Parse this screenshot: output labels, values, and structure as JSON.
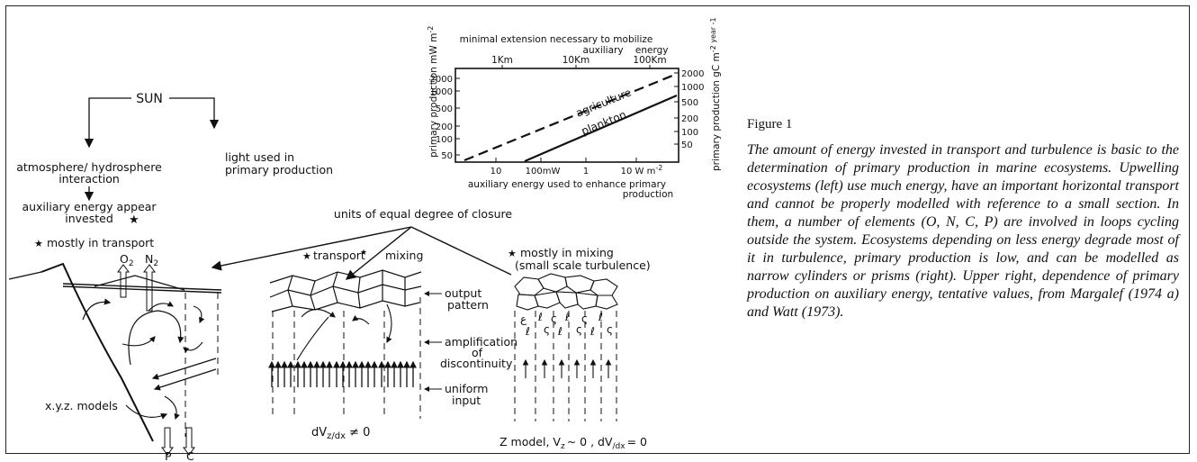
{
  "figure_label": "Figure 1",
  "caption": "The amount of energy invested in transport and turbulence is basic to the determination of primary production in marine ecosystems. Upwelling ecosystems (left) use much energy, have an important horizontal transport and cannot be properly modelled with reference to a small section. In them, a number of elements (O, N, C, P) are involved in loops cycling outside the system. Ecosystems depending on less energy degrade most of it in turbulence, primary production is low, and can be modelled as narrow cylinders or prisms (right). Upper right, dependence of primary production on auxiliary energy, tentative values, from Margalef (1974 a) and Watt (1973).",
  "left": {
    "sun": "SUN",
    "atmo_1": "atmosphere/ hydrosphere",
    "atmo_2": "interaction",
    "light_1": "light used in",
    "light_2": "primary production",
    "aux_1": "auxiliary energy appear",
    "aux_2": "invested",
    "mostly_transport": "mostly in transport",
    "o2": "O",
    "o2_sub": "2",
    "n2": "N",
    "n2_sub": "2",
    "xyz": "x.y.z. models",
    "p": "P",
    "c": "C"
  },
  "middle": {
    "units": "units of equal degree of closure",
    "transport": "transport",
    "mixing": "mixing",
    "output_1": "output",
    "output_2": "pattern",
    "ampl_1": "amplification",
    "ampl_2": "of",
    "ampl_3": "discontinuity",
    "uniform_1": "uniform",
    "uniform_2": "input",
    "dv_a": "dV",
    "dv_sub": "z/dx",
    "dv_b": "≠ 0"
  },
  "right": {
    "mostly_mixing": "mostly in mixing",
    "small_scale": "(small scale turbulence)",
    "zmodel": "Z model, V",
    "zmodel_sub": "z",
    "zmodel_b": "~ 0 , dV",
    "zmodel_sub2": "/dx",
    "zmodel_c": "= 0"
  },
  "chart_data": {
    "type": "line",
    "title_1": "minimal extension necessary to mobilize",
    "title_2": "auxiliary    energy",
    "top_ticks": [
      "1Km",
      "10Km",
      "100Km"
    ],
    "x_ticks": [
      "10",
      "100mW",
      "1",
      "10 W m"
    ],
    "x_tick_last_sup": "-2",
    "xlabel_1": "auxiliary energy used to enhance primary",
    "xlabel_2": "production",
    "y_left_label": "primary production  mW m",
    "y_left_sup": "-2",
    "y_left_ticks": [
      "2000",
      "1000",
      "500",
      "200",
      "100",
      "50"
    ],
    "y_right_label": "primary production  gC m",
    "y_right_sup": "-2 year -1",
    "y_right_ticks": [
      "2000",
      "1000",
      "500",
      "200",
      "100",
      "50"
    ],
    "series": [
      {
        "name": "agriculture",
        "style": "dashed"
      },
      {
        "name": "plankton",
        "style": "solid"
      }
    ]
  }
}
